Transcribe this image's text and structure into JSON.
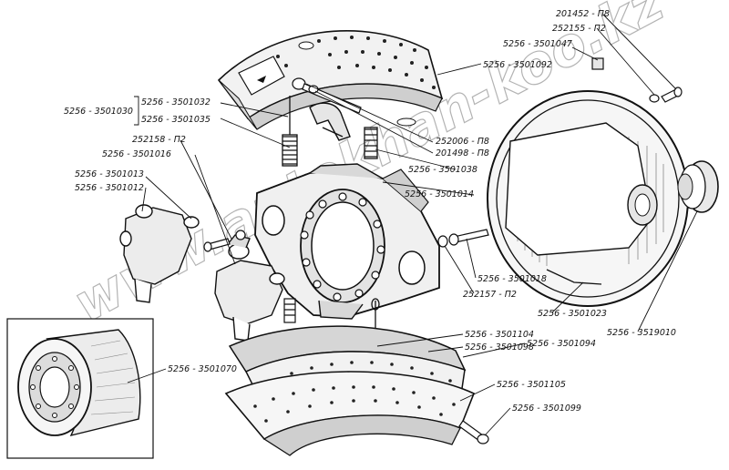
{
  "watermark": "www.autokhan-koo.kz",
  "labels": {
    "p201452": "201452 - П8",
    "p252155": "252155 - П2",
    "p3501047": "5256 - 3501047",
    "p3501092": "5256 - 3501092",
    "p3501032": "5256 - 3501032",
    "p3501030": "5256 - 3501030",
    "p3501035": "5256 - 3501035",
    "p252006": "252006 - П8",
    "p201498": "201498 - П8",
    "p252158": "252158 - П2",
    "p3501016": "5256 - 3501016",
    "p3501038": "5256 - 3501038",
    "p3501013": "5256 - 3501013",
    "p3501012": "5256 - 3501012",
    "p3501014": "5256 - 3501014",
    "p3501018": "5256 - 3501018",
    "p252157": "252157 - П2",
    "p3501023": "5256 - 3501023",
    "p3519010": "5256 - 3519010",
    "p3501104": "5256 - 3501104",
    "p3501098": "5256 - 3501098",
    "p3501094": "5256 - 3501094",
    "p3501070": "5256 - 3501070",
    "p3501105": "5256 - 3501105",
    "p3501099": "5256 - 3501099"
  }
}
